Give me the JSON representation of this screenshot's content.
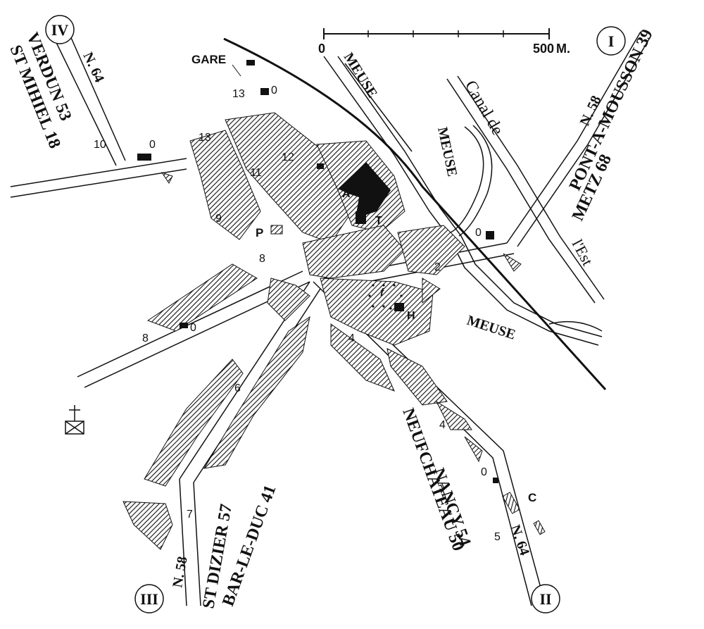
{
  "scale": {
    "start": "0",
    "end": "500",
    "unit": "M."
  },
  "exits": {
    "north_east": "I",
    "south_east": "II",
    "south_west": "III",
    "north_west": "IV"
  },
  "places": {
    "station": "GARE",
    "A": "A",
    "T": "T",
    "P": "P",
    "H": "H",
    "C": "C",
    "f": "f"
  },
  "waterways": {
    "river_1": "MEUSE",
    "river_2": "MEUSE",
    "river_3": "MEUSE",
    "canal_1": "Canal de",
    "canal_2": "l'Est"
  },
  "roads": {
    "n58_ne": "N. 58",
    "pont_a_mousson": "PONT-A-MOUSSON 39",
    "metz": "METZ 68",
    "n64_nw": "N. 64",
    "verdun": "VERDUN 53",
    "st_mihiel": "ST MIHIEL 18",
    "n64_se": "N. 64",
    "neufchateau": "NEUFCHATEAU 50",
    "nancy": "NANCY 54",
    "n58_sw": "N. 58",
    "st_dizier": "ST DIZIER 57",
    "bar_le_duc": "BAR-LE-DUC 41"
  },
  "map_numbers": {
    "n2": "2",
    "n4a": "4",
    "n4b": "4",
    "n5": "5",
    "n6": "6",
    "n7": "7",
    "n8a": "8",
    "n8b": "8",
    "n9": "9",
    "n10": "10",
    "n11": "11",
    "n12": "12",
    "n13a": "13",
    "n13b": "13",
    "o1": "0",
    "o2": "0",
    "o3": "0",
    "o4": "0",
    "o5": "0"
  }
}
